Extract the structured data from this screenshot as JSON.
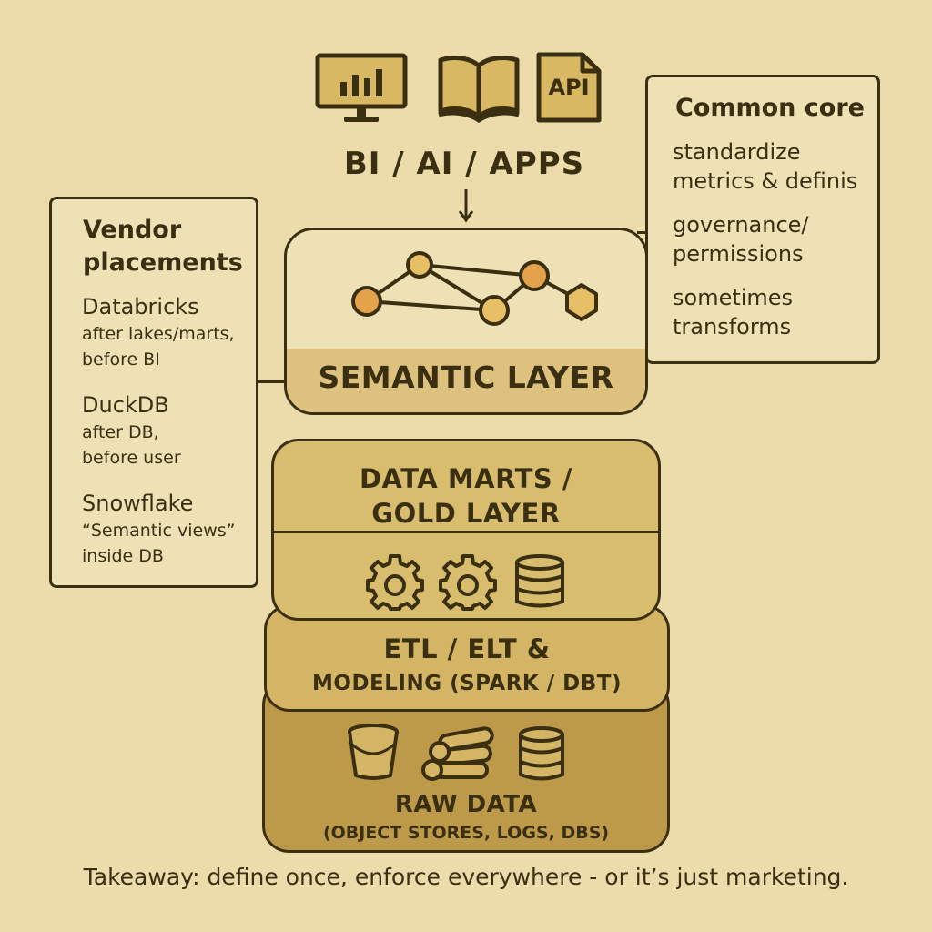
{
  "consumers": {
    "icons": [
      "bar-chart-monitor",
      "open-book",
      "api-document"
    ],
    "api_label": "API",
    "title": "BI / AI / APPS"
  },
  "common_core": {
    "title": "Common core",
    "items": [
      {
        "line1": "standardize",
        "line2": "metrics & definis"
      },
      {
        "line1": "governance/",
        "line2": "permissions"
      },
      {
        "line1": "sometimes",
        "line2": "transforms"
      }
    ]
  },
  "vendor_placements": {
    "title_line1": "Vendor",
    "title_line2": "placements",
    "vendors": [
      {
        "name": "Databricks",
        "line1": "after lakes/marts,",
        "line2": "before BI"
      },
      {
        "name": "DuckDB",
        "line1": "after DB,",
        "line2": "before user"
      },
      {
        "name": "Snowflake",
        "line1": "“Semantic views”",
        "line2": "inside DB"
      }
    ]
  },
  "layers": {
    "semantic": {
      "title": "SEMANTIC LAYER"
    },
    "marts": {
      "line1": "DATA MARTS /",
      "line2": "GOLD LAYER"
    },
    "etl": {
      "line1": "ETL / ELT &",
      "line2": "MODELING (SPARK / DBT)"
    },
    "raw": {
      "line1": "RAW DATA",
      "line2": "(OBJECT STORES, LOGS, DBS)"
    }
  },
  "takeaway": "Takeaway: define once, enforce everywhere - or it’s just marketing.",
  "colors": {
    "background": "#ecdcac",
    "ink": "#3b2f12",
    "semantic_fill": "#efe1b6",
    "semantic_band": "#dcc27e",
    "marts_fill": "#d9bd6f",
    "etl_fill": "#d4b566",
    "raw_fill": "#bd9a4a",
    "node_orange": "#e4a24a",
    "node_gold": "#e6bf66"
  }
}
